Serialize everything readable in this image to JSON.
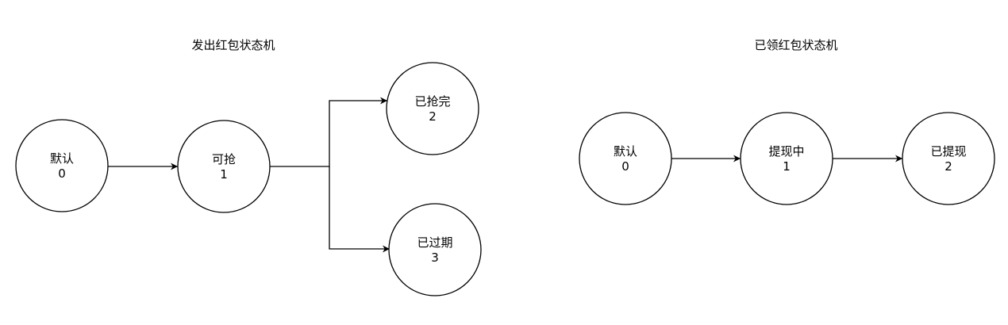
{
  "diagrams": [
    {
      "title": "发出红包状态机",
      "states": [
        {
          "name": "默认",
          "code": "0"
        },
        {
          "name": "可抢",
          "code": "1"
        },
        {
          "name": "已抢完",
          "code": "2"
        },
        {
          "name": "已过期",
          "code": "3"
        }
      ],
      "transitions": [
        {
          "from": "0",
          "to": "1"
        },
        {
          "from": "1",
          "to": "2"
        },
        {
          "from": "1",
          "to": "3"
        }
      ]
    },
    {
      "title": "已领红包状态机",
      "states": [
        {
          "name": "默认",
          "code": "0"
        },
        {
          "name": "提现中",
          "code": "1"
        },
        {
          "name": "已提现",
          "code": "2"
        }
      ],
      "transitions": [
        {
          "from": "0",
          "to": "1"
        },
        {
          "from": "1",
          "to": "2"
        }
      ]
    }
  ],
  "colors": {
    "stroke": "#000000",
    "fill": "#ffffff",
    "text": "#000000"
  }
}
